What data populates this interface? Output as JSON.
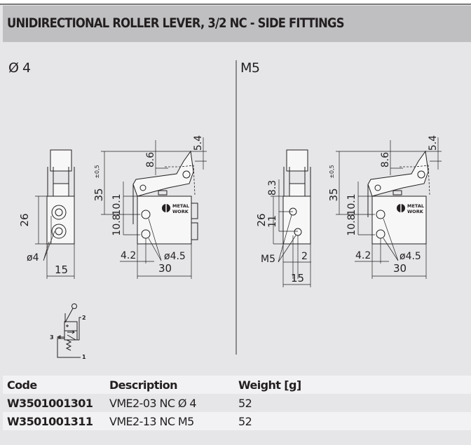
{
  "header": {
    "title": "UNIDIRECTIONAL ROLLER LEVER, 3/2 NC - SIDE FITTINGS"
  },
  "sections": [
    {
      "label": "Ø 4",
      "front_view": {
        "height_dim": "26",
        "width_dim": "15",
        "port_label": "ø4"
      },
      "side_view": {
        "height_dim": "35",
        "tolerance": "±0,5",
        "lever_dim": "8.6",
        "top_dim": "5.4",
        "dim_upper": "10.1",
        "dim_lower": "10.8",
        "offset_dim": "4.2",
        "hole_dim": "ø4.5",
        "width_dim": "30",
        "logo_line1": "METAL",
        "logo_line2": "WORK"
      }
    },
    {
      "label": "M5",
      "front_view": {
        "height_dim": "26",
        "top_dim": "8.3",
        "port_spacing_dim": "11",
        "port_label": "M5",
        "offset_dim": "2",
        "width_dim": "15"
      },
      "side_view": {
        "height_dim": "35",
        "tolerance": "±0,5",
        "lever_dim": "8.6",
        "top_dim": "5.4",
        "dim_upper": "10.1",
        "dim_lower": "10.8",
        "offset_dim": "4.2",
        "hole_dim": "ø4.5",
        "width_dim": "30",
        "logo_line1": "METAL",
        "logo_line2": "WORK"
      }
    }
  ],
  "symbol": {
    "port_1": "1",
    "port_2": "2",
    "port_3": "3"
  },
  "table": {
    "headers": [
      "Code",
      "Description",
      "Weight [g]"
    ],
    "rows": [
      {
        "code": "W3501001301",
        "description": "VME2-03 NC Ø 4",
        "weight": "52"
      },
      {
        "code": "W3501001311",
        "description": "VME2-13 NC M5",
        "weight": "52"
      }
    ]
  }
}
